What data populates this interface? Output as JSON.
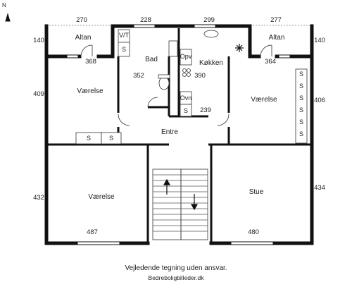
{
  "compass": {
    "letter": "N"
  },
  "rooms": {
    "altan_left": "Altan",
    "altan_right": "Altan",
    "bad": "Bad",
    "kokken": "Køkken",
    "vaerelse_left": "Værelse",
    "vaerelse_right": "Værelse",
    "entre": "Entre",
    "vaerelse_bottom": "Værelse",
    "stue": "Stue"
  },
  "dimensions": {
    "top_1": "270",
    "top_2": "228",
    "top_3": "299",
    "top_4": "277",
    "left_altan": "140",
    "right_altan": "140",
    "altan_left_width": "368",
    "altan_right_width": "364",
    "bad_depth": "352",
    "kokken_depth": "390",
    "left_vaerelse": "409",
    "right_vaerelse": "406",
    "entre_width": "239",
    "left_bottom": "432",
    "right_bottom": "434",
    "vaerelse_bottom_width": "487",
    "stue_width": "480"
  },
  "fixtures": {
    "vt": "V/T",
    "s": "S",
    "opv": "Opv",
    "ovn": "Ovn"
  },
  "caption": {
    "line1": "Vejledende tegning uden ansvar.",
    "line2": "Bedreboligbilleder.dk"
  }
}
